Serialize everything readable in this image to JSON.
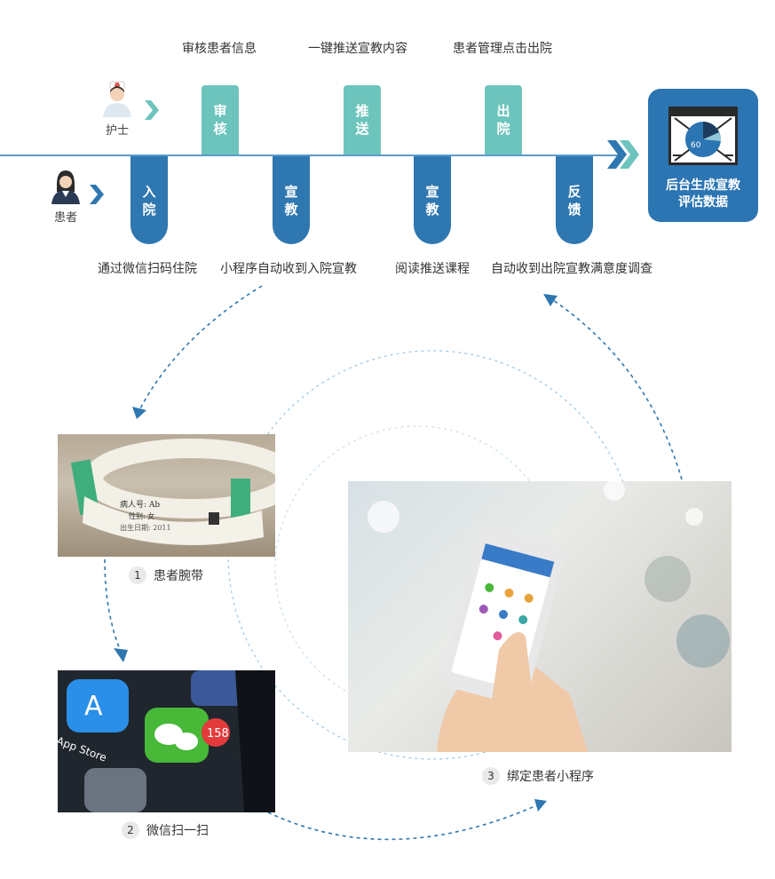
{
  "roles": {
    "nurse": "护士",
    "patient": "患者"
  },
  "top_labels": [
    "审核患者信息",
    "一键推送宣教内容",
    "患者管理点击出院"
  ],
  "bottom_labels": [
    "通过微信扫码住院",
    "小程序自动收到入院宣教",
    "阅读推送课程",
    "自动收到出院宣教满意度调查"
  ],
  "up_tabs": [
    [
      "审",
      "核"
    ],
    [
      "推",
      "送"
    ],
    [
      "出",
      "院"
    ]
  ],
  "down_tabs": [
    [
      "入",
      "院"
    ],
    [
      "宣",
      "教"
    ],
    [
      "宣",
      "教"
    ],
    [
      "反",
      "馈"
    ]
  ],
  "result_box": {
    "line1": "后台生成宣教",
    "line2": "评估数据",
    "gauge_value": "60"
  },
  "steps": [
    {
      "num": "1",
      "label": "患者腕带"
    },
    {
      "num": "2",
      "label": "微信扫一扫"
    },
    {
      "num": "3",
      "label": "绑定患者小程序"
    }
  ],
  "colors": {
    "teal": "#6dc4bd",
    "blue": "#2f77b0",
    "timeline": "#4a8fc4"
  }
}
